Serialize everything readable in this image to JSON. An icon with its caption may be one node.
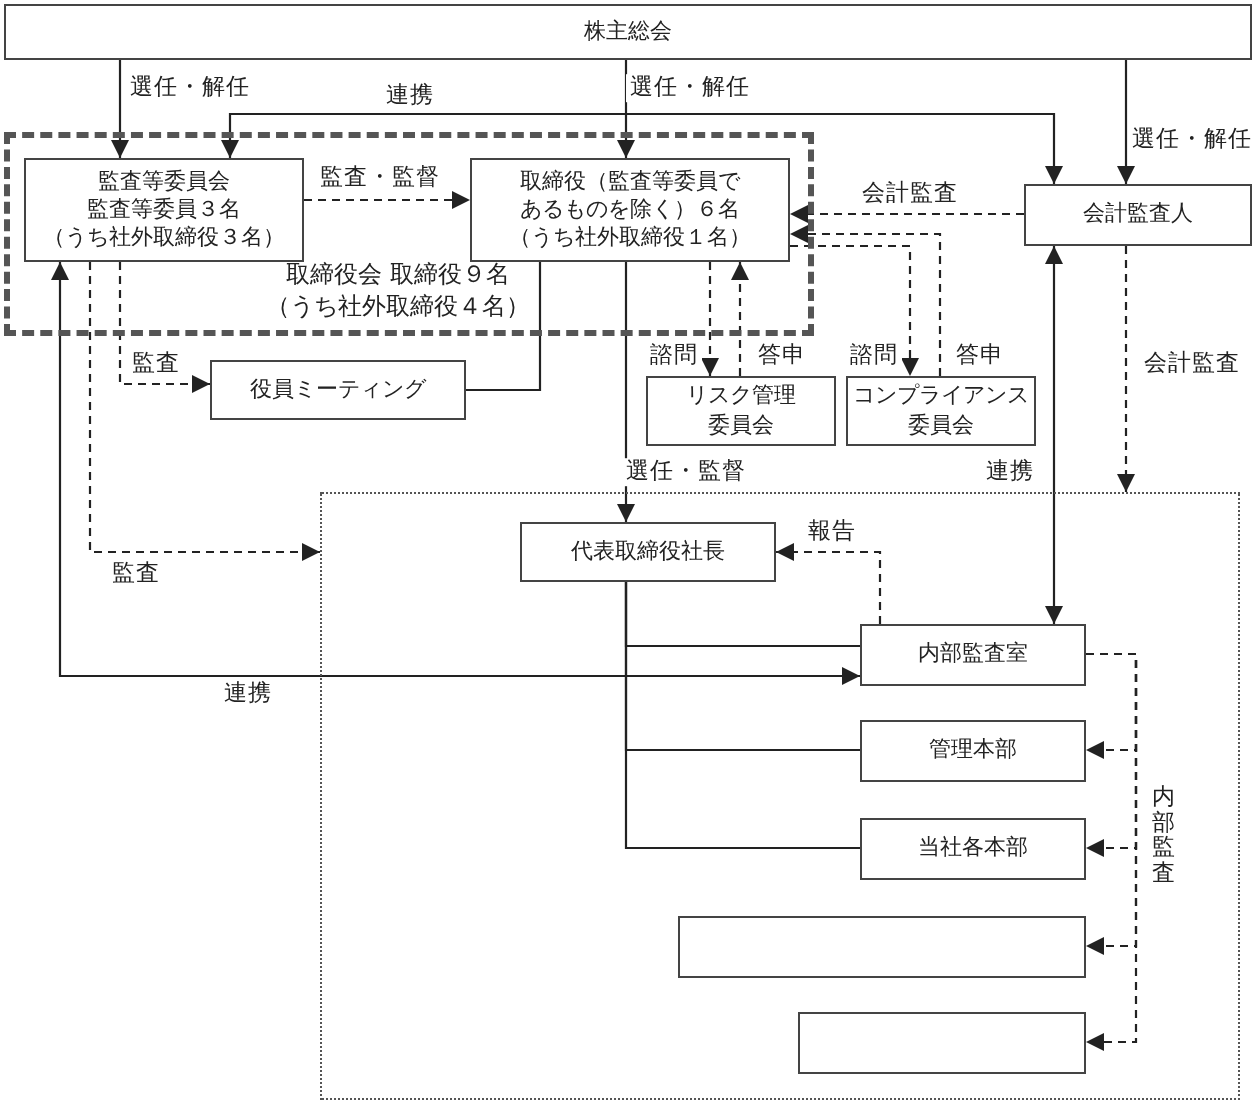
{
  "diagram": {
    "nodes": [
      {
        "text": [
          "株主総会"
        ]
      },
      {
        "text": [
          "取締役会 取締役９名",
          "（うち社外取締役４名）"
        ]
      },
      {
        "text": [
          "監査等委員会",
          "監査等委員３名",
          "（うち社外取締役３名）"
        ],
        "in": 1
      },
      {
        "text": [
          "取締役（監査等委員であるものを除く）６名",
          "（うち社外取締役１名）"
        ],
        "in": 1
      },
      {
        "text": [
          "会計監査人"
        ]
      },
      {
        "text": [
          "役員ミーティング"
        ]
      },
      {
        "text": [
          "リスク管理委員会"
        ]
      },
      {
        "text": [
          "コンプライアンス委員会"
        ]
      },
      {
        "text": [],
        "shape": "box"
      },
      {
        "text": [
          "代表取締役社長"
        ],
        "in": 8
      },
      {
        "text": [
          "内部監査室"
        ],
        "in": 8
      },
      {
        "text": [
          "管理本部"
        ],
        "in": 8
      },
      {
        "text": [
          "当社各本部"
        ],
        "in": 8
      },
      {
        "text": [],
        "shape": "box",
        "in": 8
      },
      {
        "text": [],
        "shape": "box",
        "in": 8
      }
    ],
    "edges": [
      {
        "from": 0,
        "to": 2,
        "arrow": "to",
        "label": "選任・解任"
      },
      {
        "from": 0,
        "to": 3,
        "arrow": "to",
        "label": "選任・解任"
      },
      {
        "from": 0,
        "to": 4,
        "arrow": "to",
        "label": "選任・解任"
      },
      {
        "from": 2,
        "to": 4,
        "arrow": "both",
        "label": "連携"
      },
      {
        "from": 2,
        "to": 3,
        "arrow": "to",
        "label": "監査・監督",
        "style": "dashed"
      },
      {
        "from": 3,
        "to": 5,
        "arrow": "none"
      },
      {
        "from": 2,
        "to": 5,
        "arrow": "to",
        "label": "監査",
        "style": "dashed"
      },
      {
        "from": 2,
        "to": 8,
        "arrow": "to",
        "label": "監査",
        "style": "dashed"
      },
      {
        "from": 4,
        "to": 3,
        "arrow": "to",
        "label": "会計監査",
        "style": "dashed"
      },
      {
        "from": 3,
        "to": 6,
        "arrow": "to",
        "label": "諮問",
        "style": "dashed"
      },
      {
        "from": 6,
        "to": 3,
        "arrow": "to",
        "label": "答申",
        "style": "dashed"
      },
      {
        "from": 3,
        "to": 7,
        "arrow": "to",
        "label": "諮問",
        "style": "dashed"
      },
      {
        "from": 7,
        "to": 3,
        "arrow": "to",
        "label": "答申",
        "style": "dashed"
      },
      {
        "from": 3,
        "to": 9,
        "arrow": "to",
        "label": "選任・監督"
      },
      {
        "from": 4,
        "to": 8,
        "arrow": "to",
        "label": "会計監査",
        "style": "dashed"
      },
      {
        "from": 4,
        "to": 10,
        "arrow": "both",
        "label": "連携"
      },
      {
        "from": 10,
        "to": 9,
        "arrow": "to",
        "label": "報告",
        "style": "dashed"
      },
      {
        "from": 10,
        "to": 2,
        "arrow": "both",
        "label": "連携"
      },
      {
        "from": 9,
        "to": 10,
        "arrow": "none"
      },
      {
        "from": 9,
        "to": 11,
        "arrow": "none"
      },
      {
        "from": 9,
        "to": 12,
        "arrow": "none"
      },
      {
        "from": 10,
        "to": 11,
        "arrow": "to",
        "style": "dashed"
      },
      {
        "from": 10,
        "to": 12,
        "arrow": "to",
        "style": "dashed"
      },
      {
        "from": 10,
        "to": 13,
        "arrow": "to",
        "style": "dashed"
      },
      {
        "from": 10,
        "to": 14,
        "arrow": "to",
        "style": "dashed"
      }
    ],
    "labels": [
      "内部監査"
    ]
  }
}
